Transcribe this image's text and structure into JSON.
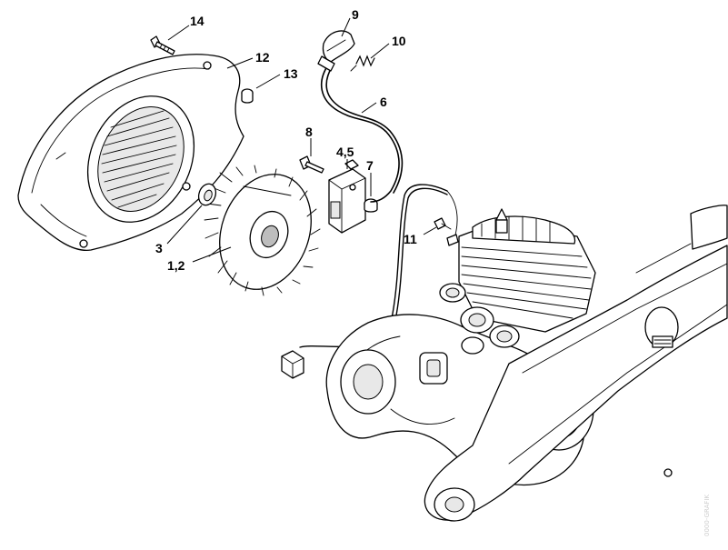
{
  "diagram": {
    "callouts": [
      {
        "id": "14",
        "label": "14"
      },
      {
        "id": "12",
        "label": "12"
      },
      {
        "id": "13",
        "label": "13"
      },
      {
        "id": "9",
        "label": "9"
      },
      {
        "id": "10",
        "label": "10"
      },
      {
        "id": "6",
        "label": "6"
      },
      {
        "id": "8",
        "label": "8"
      },
      {
        "id": "4-5",
        "label": "4,5"
      },
      {
        "id": "7",
        "label": "7"
      },
      {
        "id": "11",
        "label": "11"
      },
      {
        "id": "3",
        "label": "3"
      },
      {
        "id": "1-2",
        "label": "1,2"
      }
    ],
    "watermark": "0000-GRAFIK"
  }
}
